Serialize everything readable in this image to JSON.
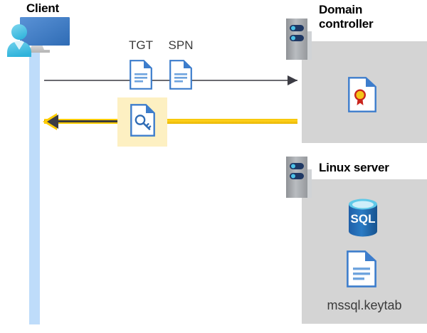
{
  "diagram": {
    "title": "Kerberos authentication flow between client, domain controller and Linux server",
    "type": "sequence-diagram",
    "colors": {
      "lifeline": "#bedcfa",
      "panel": "#d4d4d4",
      "highlight": "#fdf0c2",
      "arrow_yellow": "#ffcc00",
      "arrow_dark": "#3c3c44",
      "line_gray": "#6b6b70",
      "doc_blue": "#3d7dcc",
      "sql_blue": "#1f6bb0",
      "seal_red": "#d62b22",
      "seal_gold": "#f5c518"
    }
  },
  "client": {
    "label": "Client",
    "icon": "user-computer-icon"
  },
  "request": {
    "arrow": "request-arrow-right",
    "items": [
      {
        "label": "TGT",
        "icon": "document-icon"
      },
      {
        "label": "SPN",
        "icon": "document-icon"
      }
    ]
  },
  "response": {
    "arrow": "response-arrow-left",
    "highlighted": true,
    "item": {
      "label": "",
      "icon": "key-document-icon"
    }
  },
  "domain_controller": {
    "label": "Domain\ncontroller",
    "label_line1": "Domain",
    "label_line2": "controller",
    "server_icon": "server-rack-icon",
    "contents": [
      {
        "icon": "certificate-document-icon",
        "label": ""
      }
    ]
  },
  "linux_server": {
    "label": "Linux server",
    "server_icon": "server-rack-icon",
    "contents": [
      {
        "icon": "sql-database-icon",
        "label": "SQL"
      },
      {
        "icon": "document-icon",
        "label": "mssql.keytab"
      }
    ],
    "file_label": "mssql.keytab"
  }
}
